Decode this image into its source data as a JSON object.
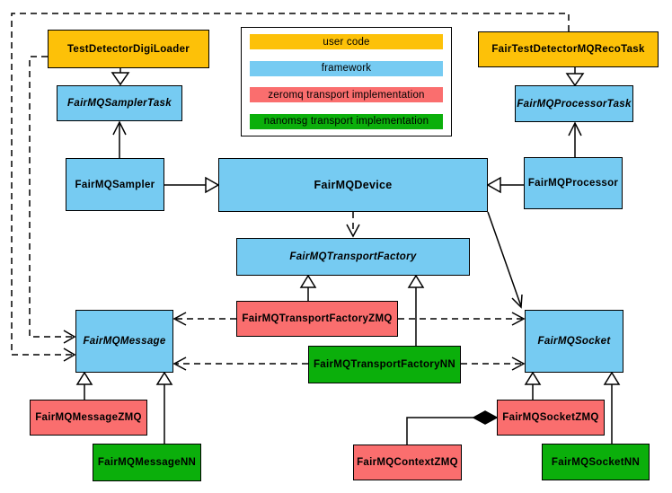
{
  "palette": {
    "user": "#FDC108",
    "framework": "#76CBF2",
    "zeromq": "#FA6E6E",
    "nanomsg": "#0BAF0B"
  },
  "legend": {
    "items": [
      {
        "label": "user code",
        "color_key": "user"
      },
      {
        "label": "framework",
        "color_key": "framework"
      },
      {
        "label": "zeromq transport implementation",
        "color_key": "zeromq"
      },
      {
        "label": "nanomsg transport implementation",
        "color_key": "nanomsg"
      }
    ]
  },
  "nodes": {
    "test_detector_digi_loader": {
      "label": "TestDetectorDigiLoader",
      "category": "user code"
    },
    "fair_test_detector_mq_reco_task": {
      "label": "FairTestDetectorMQRecoTask",
      "category": "user code"
    },
    "sampler_task": {
      "label": "FairMQSamplerTask",
      "category": "framework",
      "abstract": true
    },
    "processor_task": {
      "label": "FairMQProcessorTask",
      "category": "framework",
      "abstract": true
    },
    "sampler": {
      "label": "FairMQSampler",
      "category": "framework"
    },
    "device": {
      "label": "FairMQDevice",
      "category": "framework"
    },
    "processor": {
      "label": "FairMQProcessor",
      "category": "framework"
    },
    "transport_factory": {
      "label": "FairMQTransportFactory",
      "category": "framework",
      "abstract": true
    },
    "transport_factory_zmq": {
      "label": "FairMQTransportFactoryZMQ",
      "category": "zeromq transport implementation"
    },
    "transport_factory_nn": {
      "label": "FairMQTransportFactoryNN",
      "category": "nanomsg transport implementation"
    },
    "message": {
      "label": "FairMQMessage",
      "category": "framework",
      "abstract": true
    },
    "socket": {
      "label": "FairMQSocket",
      "category": "framework",
      "abstract": true
    },
    "message_zmq": {
      "label": "FairMQMessageZMQ",
      "category": "zeromq transport implementation"
    },
    "message_nn": {
      "label": "FairMQMessageNN",
      "category": "nanomsg transport implementation"
    },
    "context_zmq": {
      "label": "FairMQContextZMQ",
      "category": "zeromq transport implementation"
    },
    "socket_zmq": {
      "label": "FairMQSocketZMQ",
      "category": "zeromq transport implementation"
    },
    "socket_nn": {
      "label": "FairMQSocketNN",
      "category": "nanomsg transport implementation"
    }
  }
}
